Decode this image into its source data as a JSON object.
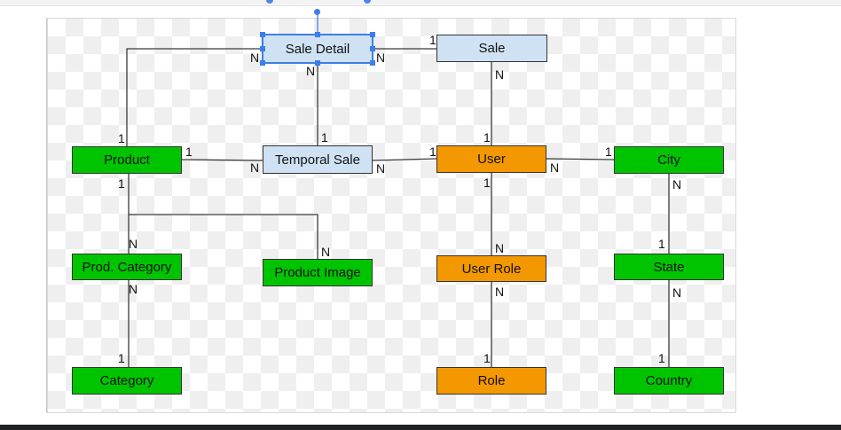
{
  "entities": {
    "sale_detail": "Sale Detail",
    "sale": "Sale",
    "product": "Product",
    "temporal_sale": "Temporal Sale",
    "user": "User",
    "city": "City",
    "prod_category": "Prod. Category",
    "product_image": "Product Image",
    "user_role": "User Role",
    "state": "State",
    "category": "Category",
    "role": "Role",
    "country": "Country"
  },
  "cardinalities": {
    "one": "1",
    "many": "N"
  },
  "colors": {
    "green": "#00c400",
    "orange": "#f39800",
    "light_blue": "#cfe2f3",
    "selection": "#3d7ee8"
  }
}
